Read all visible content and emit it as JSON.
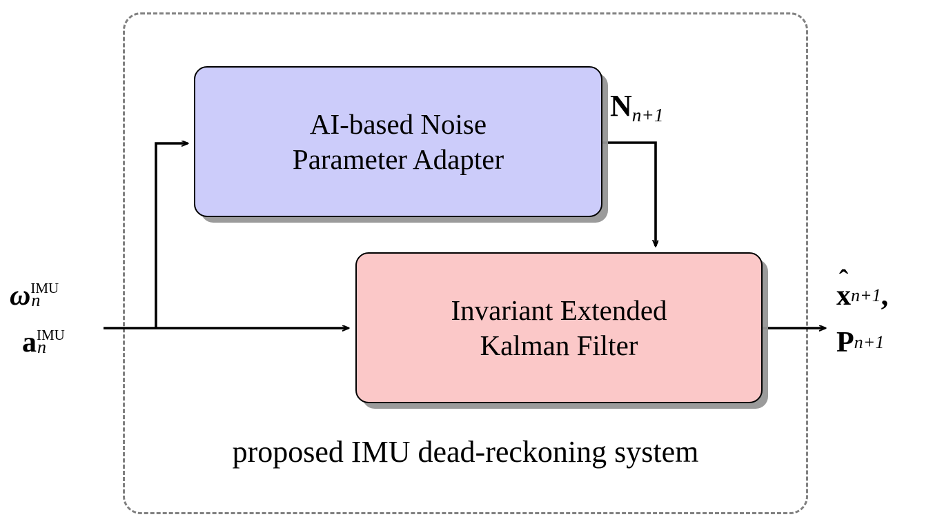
{
  "diagram": {
    "title": "proposed IMU dead-reckoning system",
    "container": {
      "name": "proposed-system-boundary",
      "style": "dashed-rounded",
      "stroke_color": "#808080"
    },
    "blocks": [
      {
        "id": "adapter",
        "line1": "AI-based Noise",
        "line2": "Parameter Adapter",
        "fill_color": "#CCCCFA",
        "border_color": "#000000"
      },
      {
        "id": "iekf",
        "line1": "Invariant Extended",
        "line2": "Kalman Filter",
        "fill_color": "#FBC8C8",
        "border_color": "#000000"
      }
    ],
    "signals": {
      "input_angular_velocity": {
        "symbol": "ω",
        "superscript": "IMU",
        "subscript": "n"
      },
      "input_acceleration": {
        "symbol": "a",
        "superscript": "IMU",
        "subscript": "n"
      },
      "noise_parameters": {
        "symbol": "N",
        "subscript": "n+1"
      },
      "output_state": {
        "symbol": "x",
        "accent": "hat",
        "subscript": "n+1",
        "trailing": ","
      },
      "output_covariance": {
        "symbol": "P",
        "subscript": "n+1"
      }
    },
    "arrows": [
      {
        "name": "imu-to-adapter",
        "from": "imu-input-bus",
        "to": "adapter"
      },
      {
        "name": "imu-to-iekf",
        "from": "imu-input-bus",
        "to": "iekf"
      },
      {
        "name": "adapter-to-iekf",
        "from": "adapter",
        "to": "iekf",
        "label": "N_{n+1}"
      },
      {
        "name": "iekf-to-output",
        "from": "iekf",
        "to": "state-output"
      }
    ]
  }
}
